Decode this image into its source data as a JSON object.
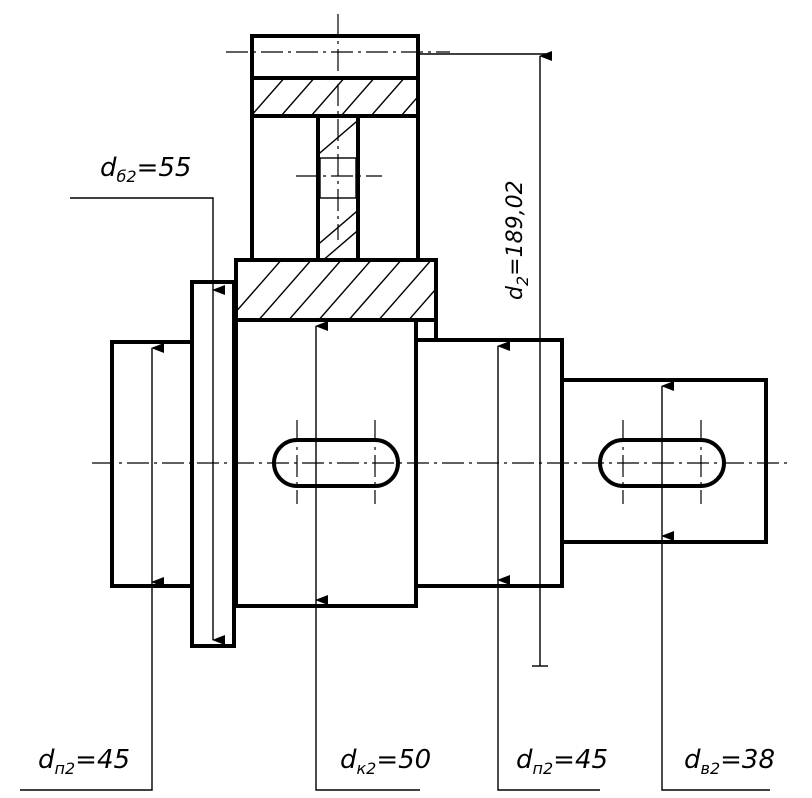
{
  "labels": {
    "bearing_collar": {
      "main": "d",
      "sub": "б2",
      "value": "=55"
    },
    "gear_diameter": {
      "main": "d",
      "sub": "2",
      "value": "=189,02"
    },
    "bearing_left": {
      "main": "d",
      "sub": "п2",
      "value": "=45"
    },
    "gear_seat": {
      "main": "d",
      "sub": "к2",
      "value": "=50"
    },
    "bearing_right": {
      "main": "d",
      "sub": "п2",
      "value": "=45"
    },
    "output_end": {
      "main": "d",
      "sub": "в2",
      "value": "=38"
    }
  }
}
